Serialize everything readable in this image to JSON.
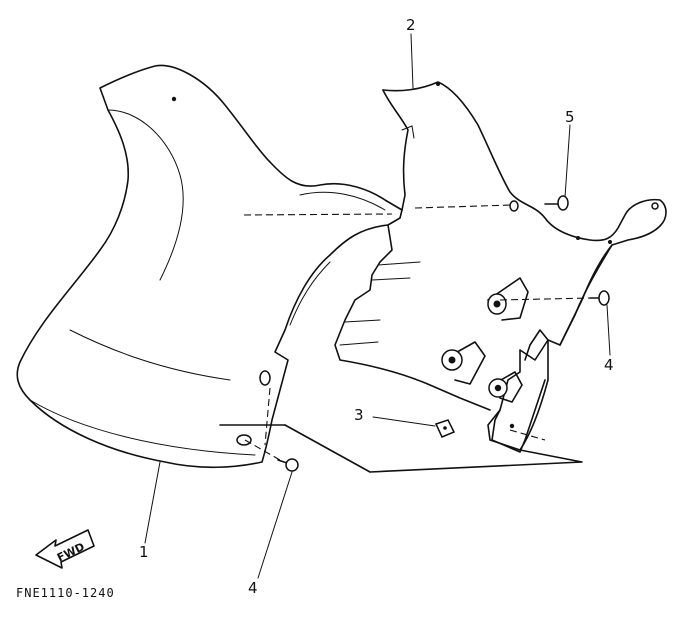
{
  "diagram": {
    "callouts": {
      "part_1": "1",
      "part_2": "2",
      "part_3": "3",
      "part_4_lower": "4",
      "part_4_right": "4",
      "part_5": "5"
    },
    "direction_label": "FWD",
    "figure_code": "FNE1110-1240"
  }
}
